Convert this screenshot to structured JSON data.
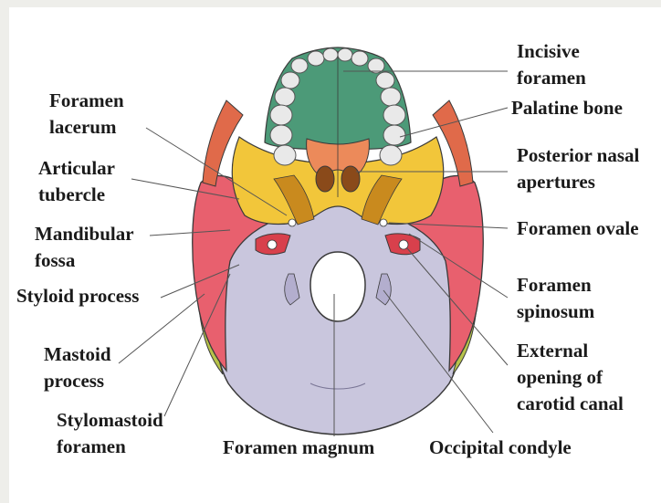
{
  "labels": {
    "incisive_foramen": [
      "Incisive",
      "foramen"
    ],
    "palatine_bone": [
      "Palatine bone"
    ],
    "posterior_nasal_apertures": [
      "Posterior nasal",
      "apertures"
    ],
    "foramen_ovale": [
      "Foramen ovale"
    ],
    "foramen_spinosum": [
      "Foramen",
      "spinosum"
    ],
    "carotid_canal": [
      "External",
      "opening of",
      "carotid canal"
    ],
    "occipital_condyle": [
      "Occipital condyle"
    ],
    "foramen_magnum": [
      "Foramen magnum"
    ],
    "stylomastoid_foramen": [
      "Stylomastoid",
      "foramen"
    ],
    "mastoid_process": [
      "Mastoid",
      "process"
    ],
    "styloid_process": [
      "Styloid process"
    ],
    "mandibular_fossa": [
      "Mandibular",
      "fossa"
    ],
    "articular_tubercle": [
      "Articular",
      "tubercle"
    ],
    "foramen_lacerum": [
      "Foramen",
      "lacerum"
    ]
  },
  "colors": {
    "occipital": "#c9c6dd",
    "temporal": "#e8606e",
    "sphenoid": "#f2c63a",
    "maxilla": "#4c9a78",
    "palatine": "#ec8a5a",
    "zygomatic": "#e06a4a",
    "parietal": "#b7c34a",
    "teeth": "#e9e9e9",
    "outline": "#3a3a3a",
    "leader_line": "#555555"
  }
}
